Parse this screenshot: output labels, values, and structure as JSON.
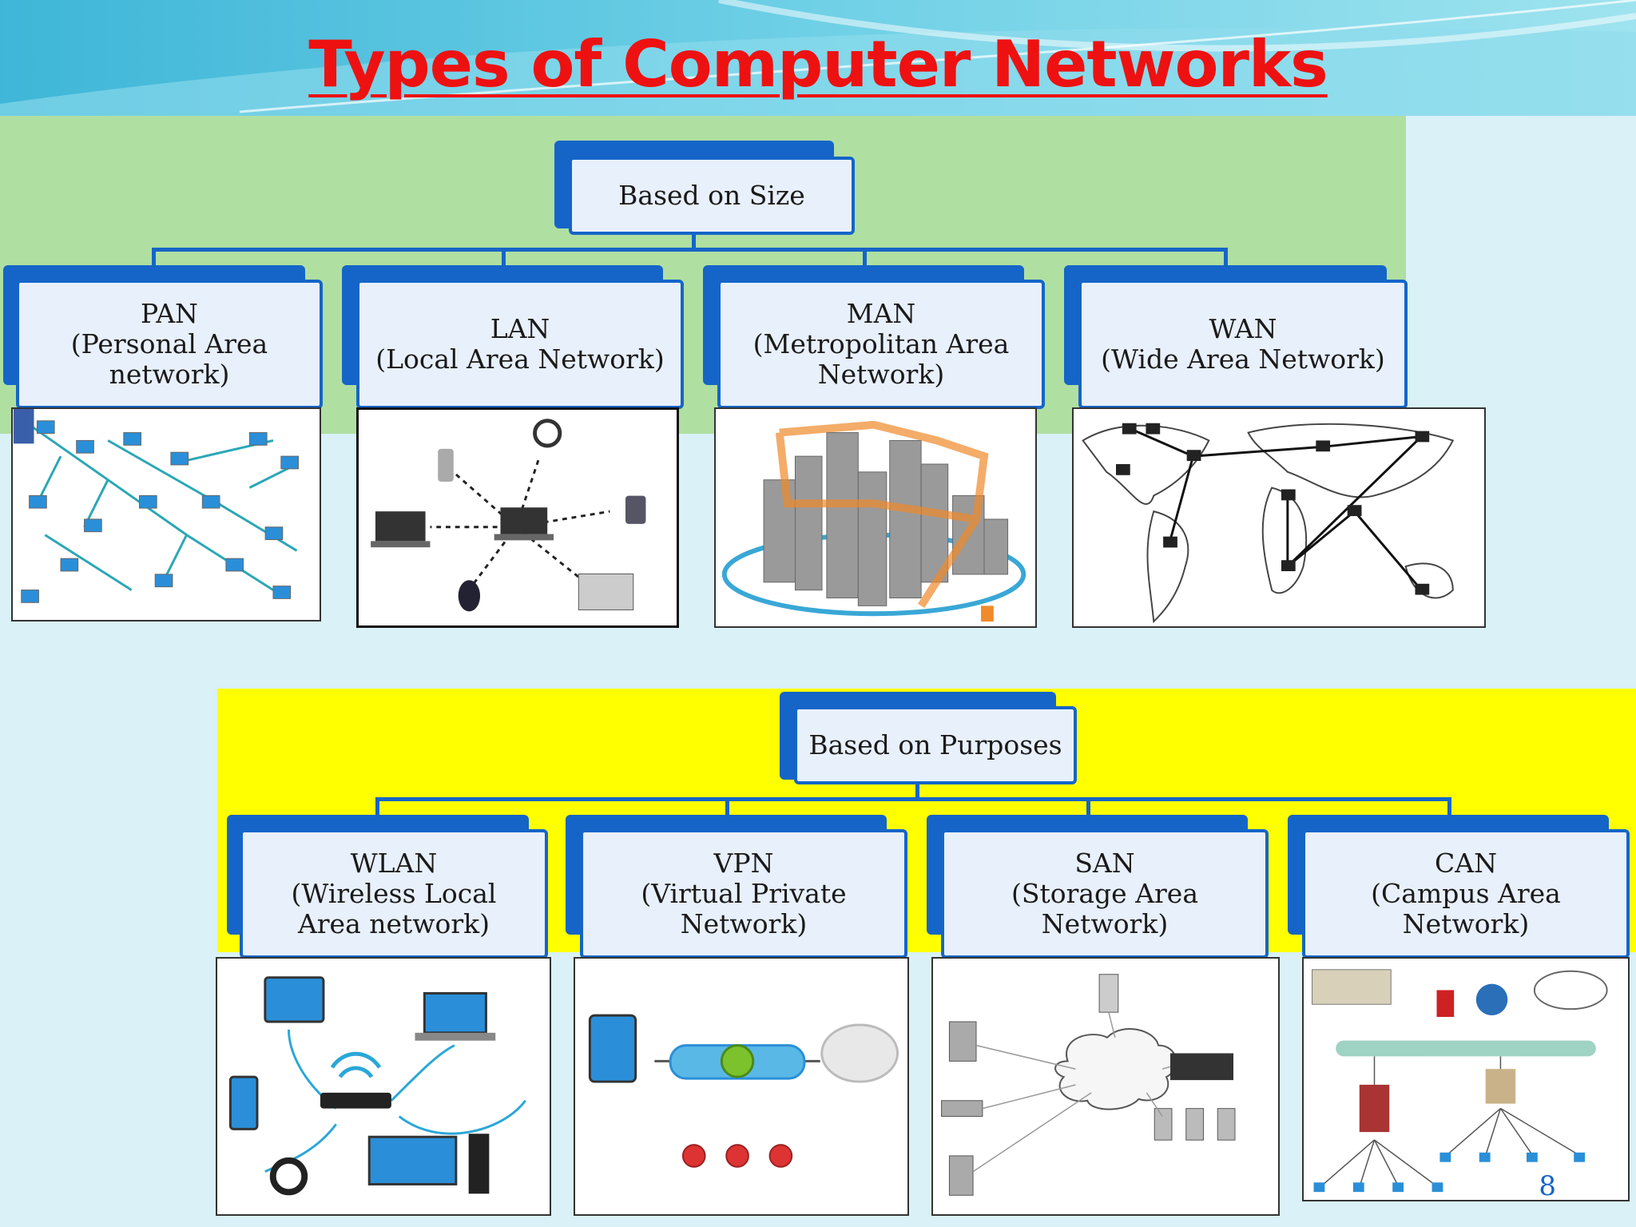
{
  "title": "Types of Computer Networks",
  "page_number": "8",
  "colors": {
    "title": "#ee1111",
    "node_blue": "#1565c8",
    "size_panel": "#b0dfa2",
    "purpose_panel": "#ffff00",
    "page_bg": "#d9f1f7"
  },
  "size_group": {
    "root": "Based on Size",
    "children": [
      {
        "name": "PAN",
        "desc": "(Personal Area network)",
        "icon": "pan-network-picture"
      },
      {
        "name": "LAN",
        "desc": "(Local Area Network)",
        "icon": "lan-devices-picture"
      },
      {
        "name": "MAN",
        "desc": "(Metropolitan Area Network)",
        "icon": "man-city-picture"
      },
      {
        "name": "WAN",
        "desc": "(Wide Area Network)",
        "icon": "wan-world-map-picture"
      }
    ]
  },
  "purpose_group": {
    "root": "Based on Purposes",
    "children": [
      {
        "name": "WLAN",
        "desc": "(Wireless Local Area network)",
        "icon": "wlan-devices-picture"
      },
      {
        "name": "VPN",
        "desc": "(Virtual Private Network)",
        "icon": "vpn-tunnel-picture"
      },
      {
        "name": "SAN",
        "desc": "(Storage Area Network)",
        "icon": "san-storage-picture"
      },
      {
        "name": "CAN",
        "desc": "(Campus Area Network)",
        "icon": "can-campus-picture"
      }
    ]
  }
}
